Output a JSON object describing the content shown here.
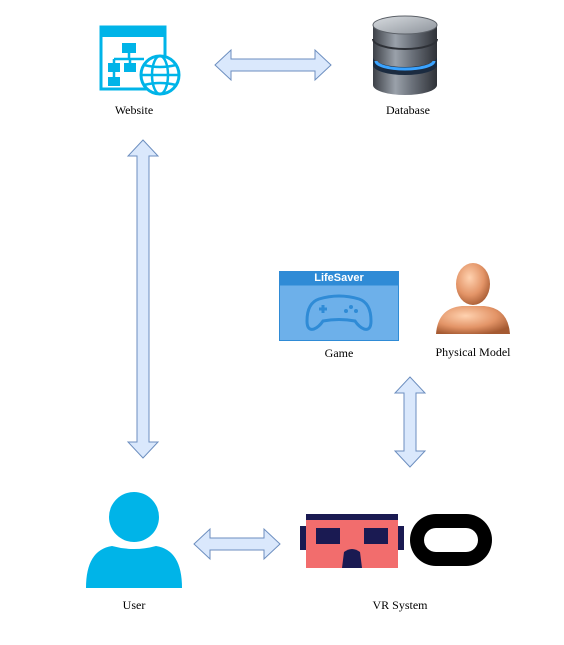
{
  "nodes": {
    "website": {
      "label": "Website",
      "icon": "website-sitemap-globe-icon"
    },
    "database": {
      "label": "Database",
      "icon": "database-cylinder-icon"
    },
    "game": {
      "label": "Game",
      "icon": "gamepad-window-icon",
      "window_title": "LifeSaver"
    },
    "physical_model": {
      "label": "Physical Model",
      "icon": "person-bust-icon"
    },
    "user": {
      "label": "User",
      "icon": "user-silhouette-icon"
    },
    "vr_system": {
      "label": "VR System",
      "icon": "vr-headset-icon"
    }
  },
  "edges": [
    {
      "from": "Website",
      "to": "Database",
      "direction": "both"
    },
    {
      "from": "Website",
      "to": "User",
      "direction": "both"
    },
    {
      "from": "User",
      "to": "VR System",
      "direction": "both"
    },
    {
      "from": "Physical Model",
      "to": "VR System",
      "direction": "both"
    }
  ],
  "colors": {
    "arrow_fill": "#dae8fc",
    "arrow_stroke": "#6c8ebf",
    "accent_blue": "#00b4e8",
    "game_blue": "#2f8bd6",
    "vr_red": "#f26d6d"
  }
}
